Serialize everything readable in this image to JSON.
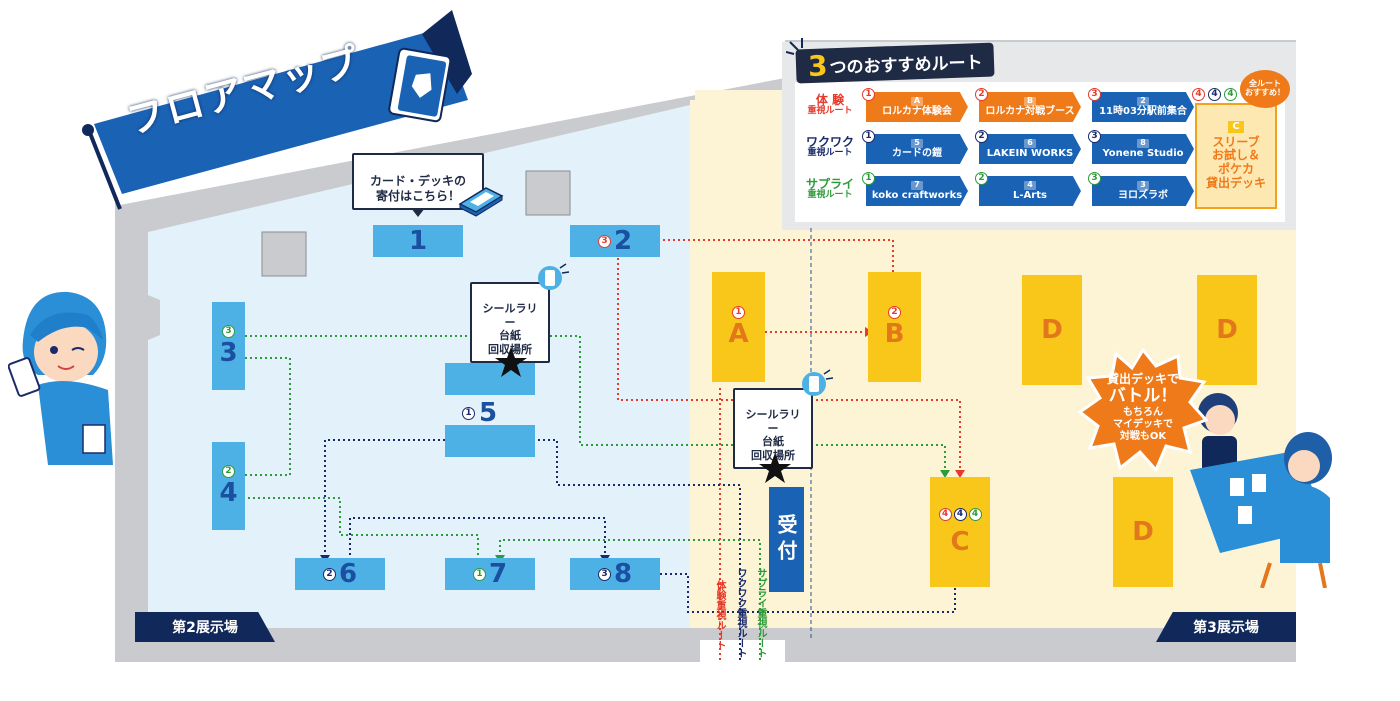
{
  "map_title": "フロアマップ",
  "halls": {
    "hall2": "第2展示場",
    "hall3": "第3展示場"
  },
  "callouts": {
    "donation": "カード・デッキの\n寄付はこちら！",
    "sticker_return_1": "シールラリー\n台紙\n回収場所",
    "sticker_return_2": "シールラリー\n台紙\n回収場所",
    "battle_line1": "貸出デッキで",
    "battle_line2": "バトル！",
    "battle_line3": "もちろん",
    "battle_line4": "マイデッキで",
    "battle_line5": "対戦もOK"
  },
  "reception": "受付",
  "routes_vertical": {
    "experience": "体験重視ルート",
    "wakuwaku": "ワクワク重視ルート",
    "supply": "サプライ重視ルート"
  },
  "booths_hall2": [
    {
      "id": "1",
      "badge": ""
    },
    {
      "id": "2",
      "badge": "3"
    },
    {
      "id": "3",
      "badge": "3"
    },
    {
      "id": "4",
      "badge": "2"
    },
    {
      "id": "5",
      "badge": "1"
    },
    {
      "id": "6",
      "badge": "2"
    },
    {
      "id": "7",
      "badge": "1"
    },
    {
      "id": "8",
      "badge": "3"
    }
  ],
  "booths_hall3": [
    {
      "id": "A",
      "badge": "1"
    },
    {
      "id": "B",
      "badge": "2"
    },
    {
      "id": "C",
      "badge": "4"
    },
    {
      "id": "D1",
      "label": "D"
    },
    {
      "id": "D2",
      "label": "D"
    },
    {
      "id": "D3",
      "label": "D"
    }
  ],
  "legend": {
    "title_num": "3",
    "title_rest": "つのおすすめルート",
    "all_routes_badge": "全ルート\nおすすめ！",
    "rows": [
      {
        "name1": "体 験",
        "name2": "重視ルート",
        "color": "#e63a2b",
        "cells": [
          {
            "step": "1",
            "id": "A",
            "label": "ロルカナ体験会",
            "bg": "#ef7a1a"
          },
          {
            "step": "2",
            "id": "B",
            "label": "ロルカナ対戦ブース",
            "bg": "#ef7a1a"
          },
          {
            "step": "3",
            "id": "2",
            "label": "11時03分駅前集合",
            "bg": "#1a62b4"
          }
        ]
      },
      {
        "name1": "ワクワク",
        "name2": "重視ルート",
        "color": "#1a2a6c",
        "cells": [
          {
            "step": "1",
            "id": "5",
            "label": "カードの鎧",
            "bg": "#1a62b4"
          },
          {
            "step": "2",
            "id": "6",
            "label": "LAKEIN WORKS",
            "bg": "#1a62b4"
          },
          {
            "step": "3",
            "id": "8",
            "label": "Yonene Studio",
            "bg": "#1a62b4"
          }
        ]
      },
      {
        "name1": "サプライ",
        "name2": "重視ルート",
        "color": "#2e9b3a",
        "cells": [
          {
            "step": "1",
            "id": "7",
            "label": "koko craftworks",
            "bg": "#1a62b4"
          },
          {
            "step": "2",
            "id": "4",
            "label": "L-Arts",
            "bg": "#1a62b4"
          },
          {
            "step": "3",
            "id": "3",
            "label": "ヨロズラボ",
            "bg": "#1a62b4"
          }
        ]
      }
    ],
    "final": {
      "steps": [
        "4",
        "4",
        "4"
      ],
      "id": "C",
      "line1": "スリーブ",
      "line2": "お試し＆",
      "line3": "ポケカ",
      "line4": "貸出デッキ"
    }
  },
  "colors": {
    "hall2_bg": "#e3f1fb",
    "hall3_bg": "#fdf4d6",
    "wall": "#c9cbce",
    "booth_blue": "#4db1e6",
    "booth_yellow": "#f9c61a",
    "navy": "#10285a",
    "route_red": "#e63a2b",
    "route_navy": "#1a2a6c",
    "route_green": "#2e9b3a"
  }
}
